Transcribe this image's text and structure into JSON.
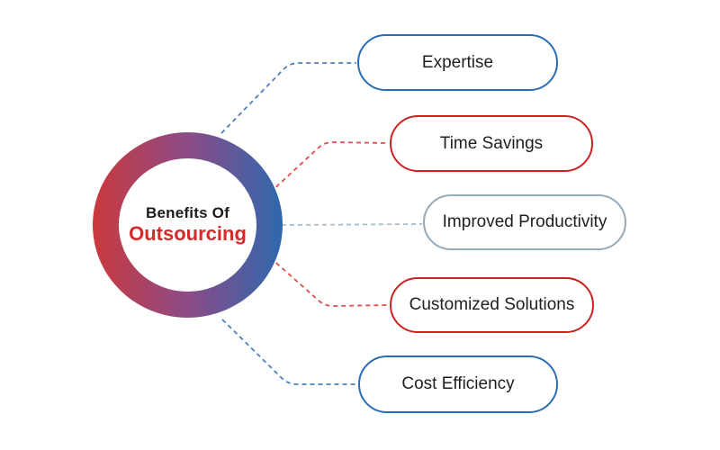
{
  "title": {
    "line1": "Benefits Of",
    "line2": "Outsourcing"
  },
  "items": [
    {
      "label": "Expertise",
      "border_color": "#2a6cb5",
      "line_color": "#4b80c0"
    },
    {
      "label": "Time Savings",
      "border_color": "#cf2020",
      "line_color": "#e04f4f"
    },
    {
      "label": "Improved Productivity",
      "border_color": "#94aab9",
      "line_color": "#a9bcc8"
    },
    {
      "label": "Customized Solutions",
      "border_color": "#cf2020",
      "line_color": "#e04f4f"
    },
    {
      "label": "Cost Efficiency",
      "border_color": "#2a6cb5",
      "line_color": "#4b80c0"
    }
  ],
  "colors": {
    "ring_gradient_left": "#cb393d",
    "ring_gradient_mid": "#8b4b87",
    "ring_gradient_right": "#2f68ad",
    "title_accent": "#d42a2a",
    "text": "#1f1f1f",
    "background": "#ffffff"
  }
}
